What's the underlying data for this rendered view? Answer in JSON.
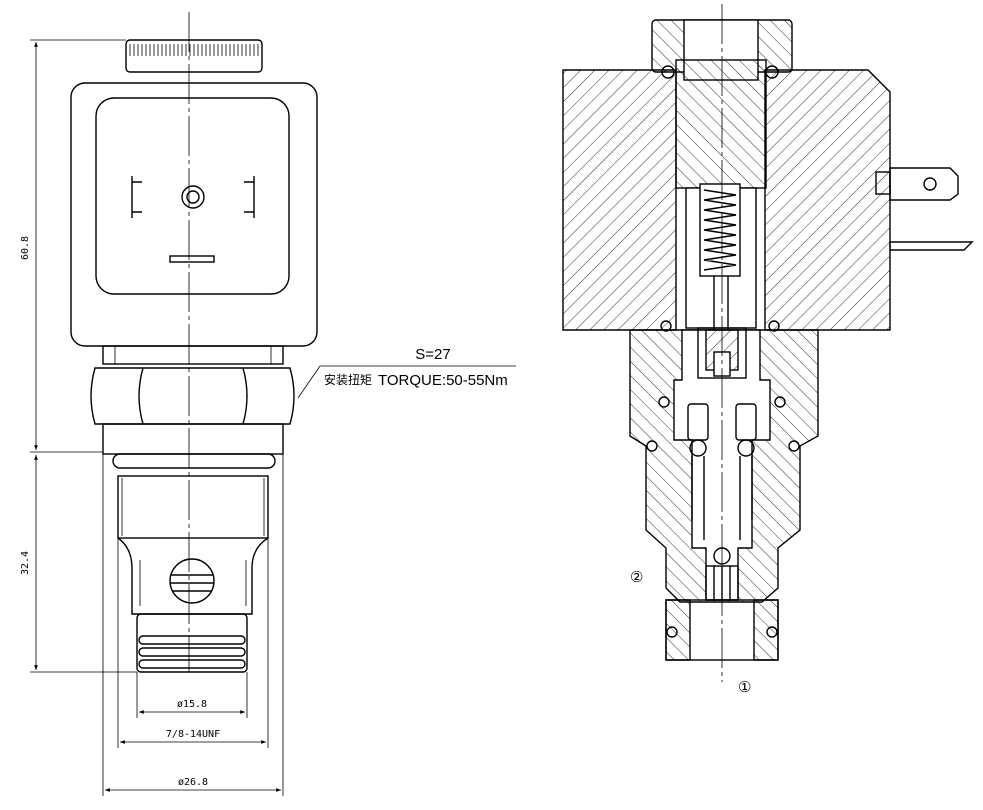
{
  "dimensions": {
    "height_total": "60.8",
    "height_lower": "32.4",
    "dia_small": "ø15.8",
    "thread": "7/8-14UNF",
    "dia_body": "ø26.8"
  },
  "annotations": {
    "wrench_size": "S=27",
    "torque_label_cn": "安装扭矩",
    "torque_label": "TORQUE:50-55Nm",
    "port_1": "①",
    "port_2": "②"
  }
}
